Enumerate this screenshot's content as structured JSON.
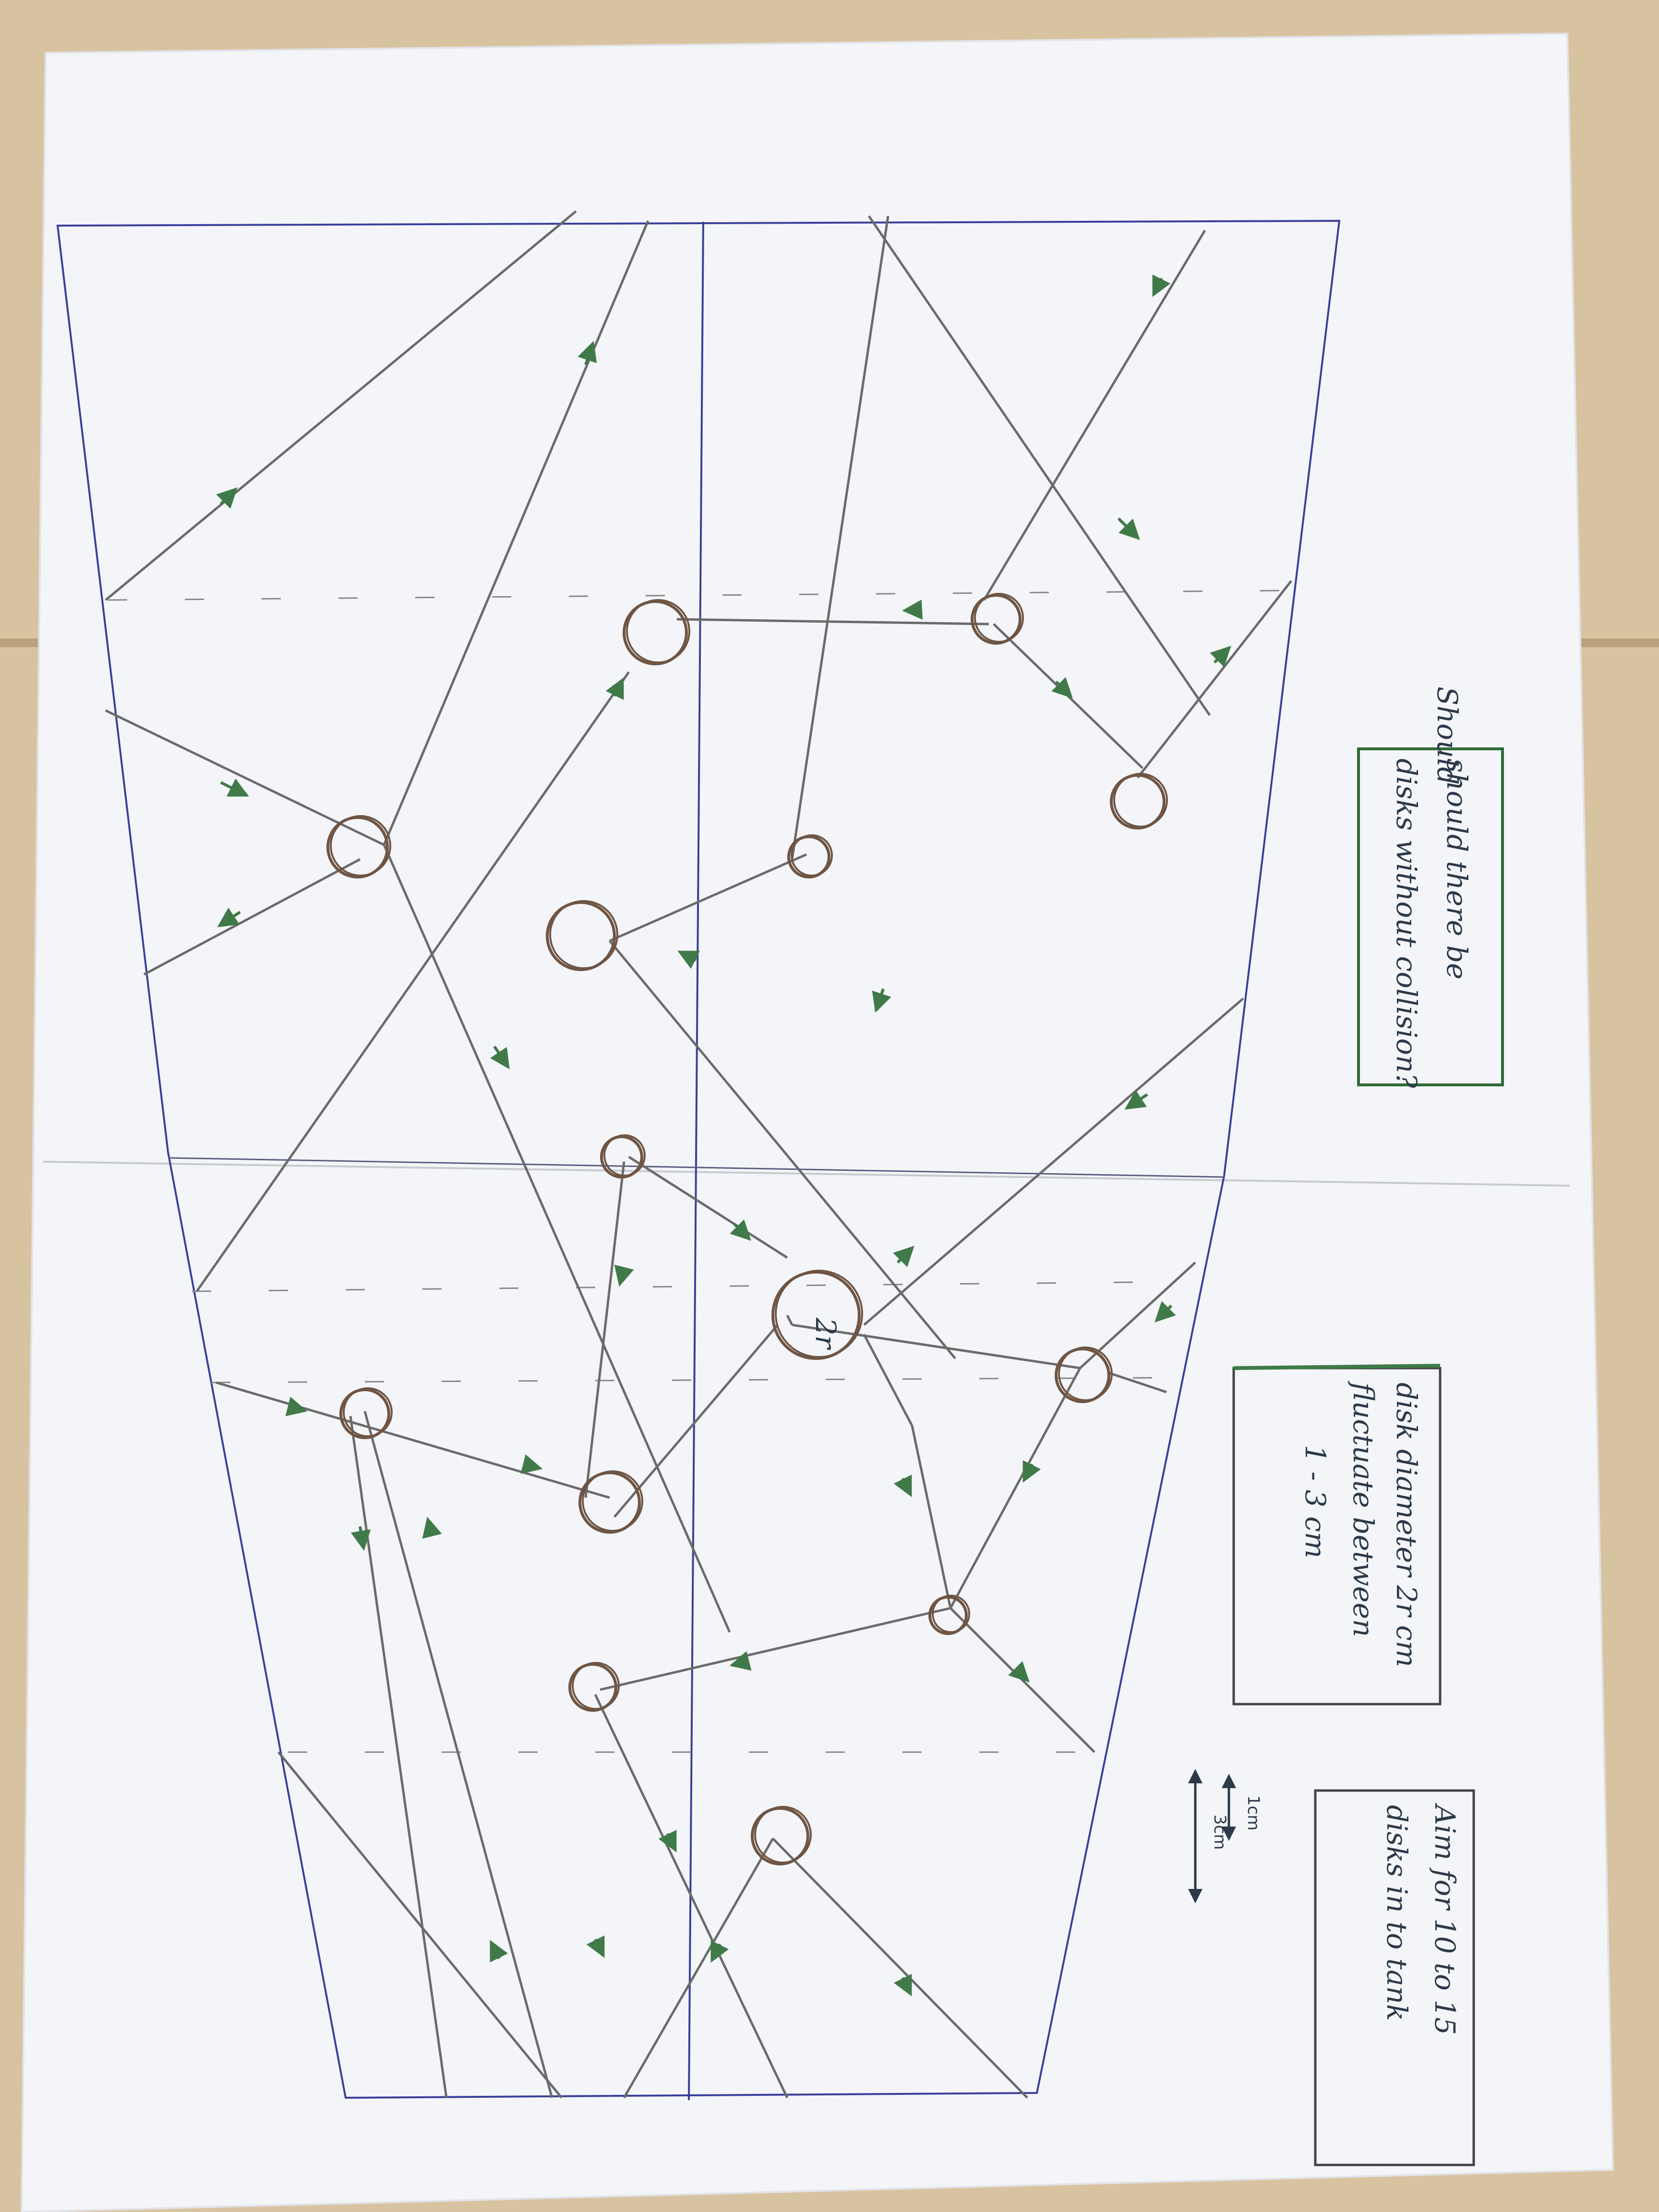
{
  "colors": {
    "desk": "#d8c3a0",
    "paper": "#f4f5f8",
    "pencil": "#6b6b6b",
    "blue_ink": "#3a3f9a",
    "disk": "#6e5544",
    "green_ink": "#3f7a48",
    "note_ink": "#2b3a4a"
  },
  "notes": {
    "collision_question": [
      "should there be",
      "disks without collision?"
    ],
    "collision_scribble": "Should",
    "disk_diameter": [
      "disk diameter 2r cm",
      "fluctuate between",
      "1 - 3 cm"
    ],
    "aim": [
      "Aim for 10 to 15",
      "disks in to tank"
    ],
    "scale_small": "1cm",
    "scale_large": "3cm",
    "radius_label": "2r"
  },
  "icons": [
    "disk-circle-icon",
    "trajectory-arrow-icon",
    "scale-arrow-icon"
  ]
}
